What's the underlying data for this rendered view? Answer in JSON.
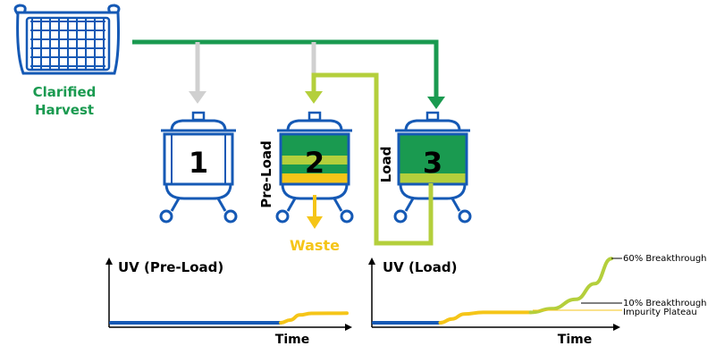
{
  "source_label_line1": "Clarified",
  "source_label_line2": "Harvest",
  "columns": {
    "col1_number": "1",
    "col2_number": "2",
    "col3_number": "3",
    "col2_side_label": "Pre-Load",
    "col3_side_label": "Load"
  },
  "waste_label": "Waste",
  "chart_left": {
    "ylabel": "UV (Pre-Load)",
    "xlabel": "Time"
  },
  "chart_right": {
    "ylabel": "UV (Load)",
    "xlabel": "Time",
    "annotations": [
      "60% Breakthrough",
      "10% Breakthrough",
      "Impurity Plateau"
    ]
  },
  "colors": {
    "blue": "#1559b5",
    "dark_green": "#1a9a50",
    "light_green": "#b4cf3c",
    "yellow": "#f5c518",
    "gray": "#d0d0d0",
    "text_green": "#1a9a50",
    "waste_yellow": "#f5c518"
  },
  "chart_data": [
    {
      "type": "line",
      "ylabel": "UV (Pre-Load)",
      "xlabel": "Time",
      "series": [
        {
          "color": "blue",
          "x": [
            0,
            0.72
          ],
          "y": [
            0.0,
            0.0
          ]
        },
        {
          "color": "yellow",
          "x": [
            0.72,
            0.76,
            0.8,
            0.85,
            1.0
          ],
          "y": [
            0.0,
            0.12,
            0.35,
            0.42,
            0.43
          ]
        }
      ]
    },
    {
      "type": "line",
      "ylabel": "UV (Load)",
      "xlabel": "Time",
      "series": [
        {
          "color": "blue",
          "x": [
            0,
            0.28
          ],
          "y": [
            0.0,
            0.0
          ]
        },
        {
          "color": "yellow",
          "x": [
            0.28,
            0.33,
            0.38,
            0.46,
            0.66
          ],
          "y": [
            0.0,
            0.12,
            0.28,
            0.33,
            0.33
          ]
        },
        {
          "color": "light_green",
          "x": [
            0.66,
            0.75,
            0.85,
            0.93,
            1.0
          ],
          "y": [
            0.33,
            0.45,
            0.75,
            1.25,
            2.05
          ]
        }
      ]
    }
  ]
}
